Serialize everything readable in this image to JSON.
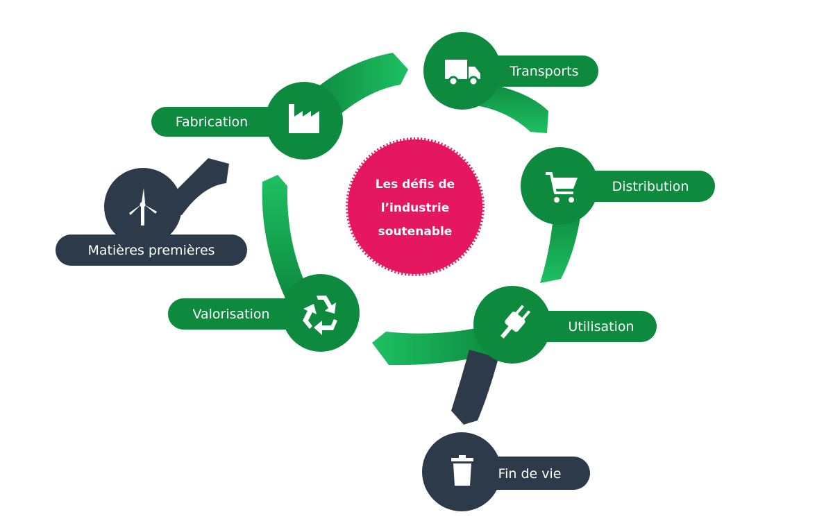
{
  "center": {
    "lines": [
      "Les défis de",
      "l’industrie",
      "soutenable"
    ],
    "color": "#e5175f"
  },
  "colors": {
    "green_dark": "#0d8a3e",
    "green_light": "#13b24f",
    "navy": "#2d3a4a",
    "label_text": "#ffffff"
  },
  "stages": {
    "matieres": {
      "label": "Matières premières",
      "icon": "wind-turbine-icon",
      "color": "#2d3a4a"
    },
    "fabrication": {
      "label": "Fabrication",
      "icon": "factory-icon",
      "color": "#0d8a3e"
    },
    "transports": {
      "label": "Transports",
      "icon": "truck-icon",
      "color": "#0d8a3e"
    },
    "distribution": {
      "label": "Distribution",
      "icon": "shopping-cart-icon",
      "color": "#0d8a3e"
    },
    "utilisation": {
      "label": "Utilisation",
      "icon": "plug-icon",
      "color": "#0d8a3e"
    },
    "valorisation": {
      "label": "Valorisation",
      "icon": "recycle-icon",
      "color": "#0d8a3e"
    },
    "fin_de_vie": {
      "label": "Fin de vie",
      "icon": "trash-icon",
      "color": "#2d3a4a"
    }
  }
}
